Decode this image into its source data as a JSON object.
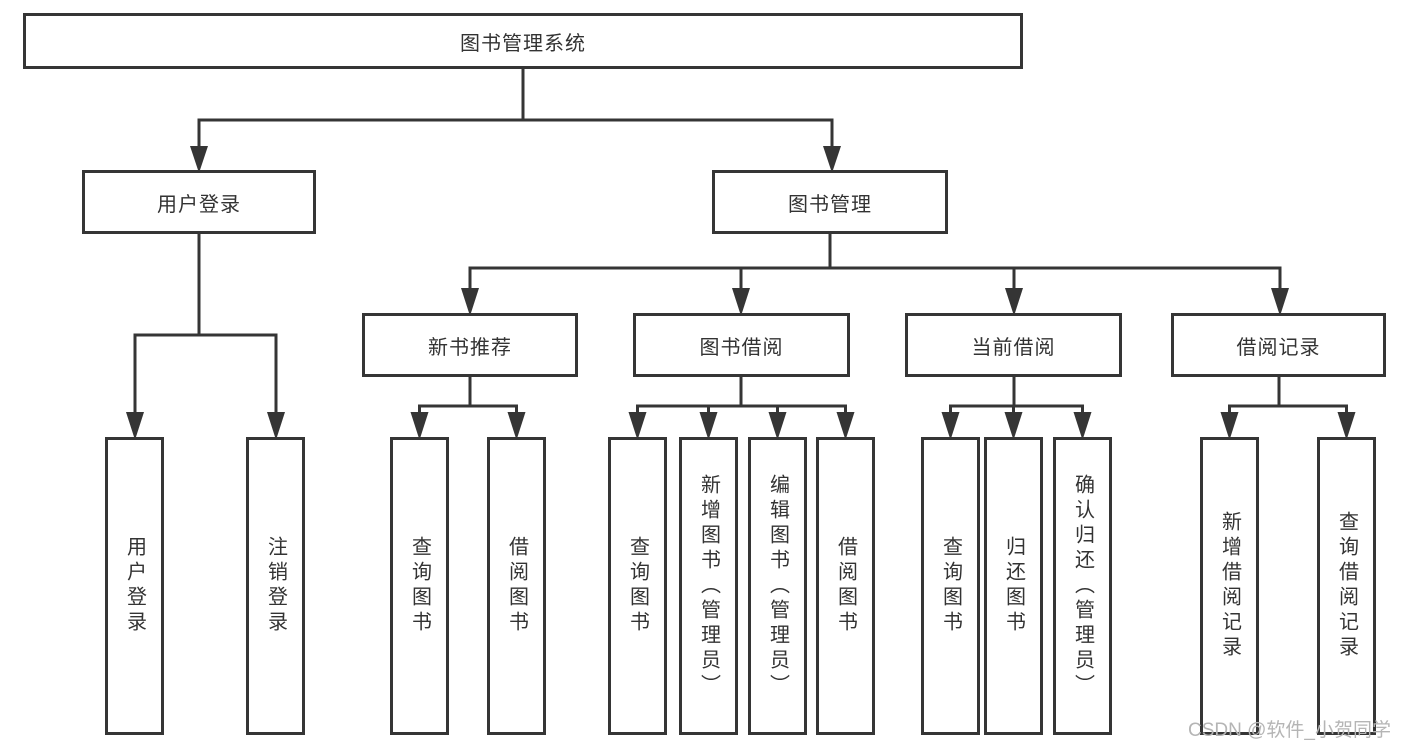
{
  "diagram_title": "图书管理系统",
  "tree": {
    "root": {
      "label": "图书管理系统"
    },
    "user_login": {
      "label": "用户登录",
      "children": {
        "login": {
          "label": "用户登录"
        },
        "logout": {
          "label": "注销登录"
        }
      }
    },
    "book_mgmt": {
      "label": "图书管理",
      "children": {
        "new_book_rec": {
          "label": "新书推荐",
          "children": {
            "query_books": {
              "label": "查询图书"
            },
            "borrow_books": {
              "label": "借阅图书"
            }
          }
        },
        "book_borrow": {
          "label": "图书借阅",
          "children": {
            "query_books": {
              "label": "查询图书"
            },
            "add_books_admin": {
              "label": "新增图书（管理员）"
            },
            "edit_books_admin": {
              "label": "编辑图书（管理员）"
            },
            "borrow_books": {
              "label": "借阅图书"
            }
          }
        },
        "current_borrow": {
          "label": "当前借阅",
          "children": {
            "query_books": {
              "label": "查询图书"
            },
            "return_books": {
              "label": "归还图书"
            },
            "confirm_return_admin": {
              "label": "确认归还（管理员）"
            }
          }
        },
        "borrow_records": {
          "label": "借阅记录",
          "children": {
            "add_borrow_record": {
              "label": "新增借阅记录"
            },
            "query_borrow_record": {
              "label": "查询借阅记录"
            }
          }
        }
      }
    }
  },
  "watermark": {
    "text": "CSDN @软件_小贺同学"
  },
  "colors": {
    "line": "#353535",
    "text": "#333333",
    "watermark": "#b5b5b5",
    "background": "#ffffff"
  }
}
